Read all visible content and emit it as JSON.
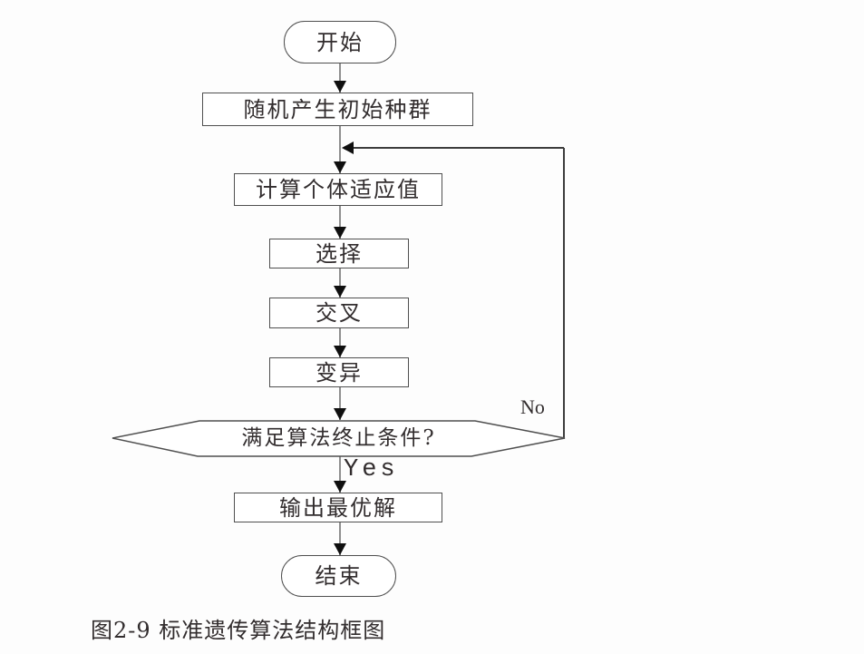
{
  "figure": {
    "caption": "图2-9 标准遗传算法结构框图",
    "nodes": {
      "start": "开始",
      "init_population": "随机产生初始种群",
      "fitness": "计算个体适应值",
      "selection": "选择",
      "crossover": "交叉",
      "mutation": "变异",
      "termination": "满足算法终止条件?",
      "output": "输出最优解",
      "end": "结束"
    },
    "edge_labels": {
      "no": "No",
      "yes": "Yes"
    },
    "colors": {
      "background": "#fdfdfd",
      "node_fill": "#ffffff",
      "border": "#4f4f4f",
      "connector": "#8f8f8f",
      "loop": "#3d3d3d",
      "arrow": "#0f0f0f",
      "text": "#322d2e"
    }
  }
}
